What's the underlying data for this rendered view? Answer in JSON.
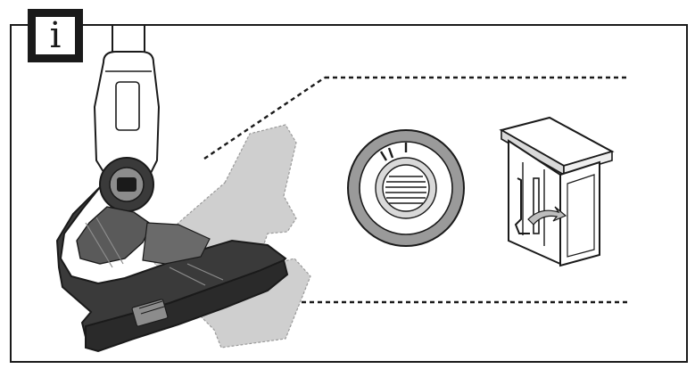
{
  "info_badge": {
    "letter": "i"
  },
  "panels": {
    "main": "vacuum-head-tilted",
    "detail_left": "dial-knob-top-view",
    "detail_right": "cabinet-storage-with-open-door"
  },
  "icons": [
    "info-icon",
    "vacuum-icon",
    "dial-icon",
    "cabinet-icon",
    "rotate-arrow-icon"
  ],
  "colors": {
    "line": "#1a1a1a",
    "fill_dark": "#3a3a3a",
    "fill_mid": "#8c8c8c",
    "fill_light": "#d9d9d9",
    "ghost": "#bdbdbd",
    "background": "#ffffff"
  }
}
